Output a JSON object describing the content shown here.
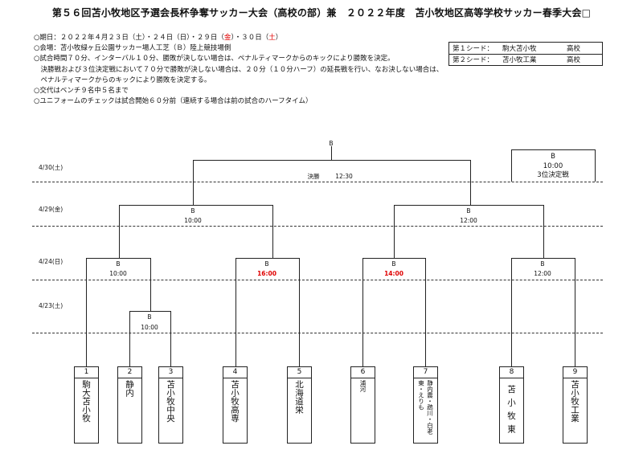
{
  "title": "第５６回苫小牧地区予選会長杯争奪サッカー大会（高校の部）兼　２０２２年度　苫小牧地区高等学校サッカー春季大会□",
  "info": {
    "period_prefix": "○期日：２０２２年４月２３日（土）・２４日（日）・２９日（",
    "period_d1": "金",
    "period_mid": "）・３０日（",
    "period_d2": "土",
    "period_suffix": "）",
    "venue": "○会場：苫小牧緑ヶ丘公園サッカー場人工芝（Ｂ）陸上競技場側",
    "rule1": "○試合時間７０分、インターバル１０分、勝敗が決しない場合は、ペナルティマークからのキックにより勝敗を決定。",
    "rule2": "　決勝戦および３位決定戦において７０分で勝敗が決しない場合は、２０分（１０分ハーフ）の延長戦を行い、なお決しない場合は、",
    "rule3": "　ペナルティマークからのキックにより勝敗を決定する。",
    "subs": "○交代はベンチ９名中５名まで",
    "uniform": "○ユニフォームのチェックは試合開始６０分前（連続する場合は前の試合のハーフタイム）"
  },
  "seeds": [
    {
      "label": "第１シード：",
      "team": "駒大苫小牧",
      "suffix": "高校"
    },
    {
      "label": "第２シード：",
      "team": "苫小牧工業",
      "suffix": "高校"
    }
  ],
  "days": {
    "d1": "4/30(土)",
    "d2": "4/29(金)",
    "d3": "4/24(日)",
    "d4": "4/23(土)"
  },
  "matches": {
    "final": {
      "court": "B",
      "name": "決勝",
      "time": "12:30"
    },
    "third": {
      "court": "B",
      "time": "10:00",
      "name": "3位決定戦"
    },
    "semi_left": {
      "court": "B",
      "time": "10:00"
    },
    "semi_right": {
      "court": "B",
      "time": "12:00"
    },
    "qf1": {
      "court": "B",
      "time": "10:00"
    },
    "qf2": {
      "court": "B",
      "time": "16:00"
    },
    "qf3": {
      "court": "B",
      "time": "14:00"
    },
    "qf4": {
      "court": "B",
      "time": "12:00"
    },
    "r1": {
      "court": "B",
      "time": "10:00"
    }
  },
  "colors": {
    "highlight": "#e00000",
    "line": "#222222"
  },
  "teams": [
    {
      "num": "1",
      "name": "駒大苫小牧"
    },
    {
      "num": "2",
      "name": "静内"
    },
    {
      "num": "3",
      "name": "苫小牧中央"
    },
    {
      "num": "4",
      "name": "苫小牧高専"
    },
    {
      "num": "5",
      "name": "北海道栄"
    },
    {
      "num": "6",
      "name": "浦河"
    },
    {
      "num": "7",
      "name": "静内農・鵡川・白老東・えりも"
    },
    {
      "num": "8",
      "name": "苫小牧東"
    },
    {
      "num": "9",
      "name": "苫小牧工業"
    }
  ]
}
